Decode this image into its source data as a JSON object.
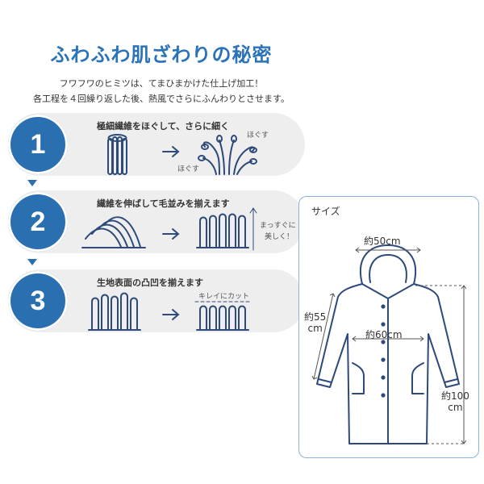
{
  "heading": "ふわふわ肌ざわりの秘密",
  "intro": [
    "フワフワのヒミツは、てまひまかけた仕上げ加工！",
    "各工程を４回繰り返した後、熱風でさらにふんわりとさせます。"
  ],
  "steps": [
    {
      "number": "1",
      "label": "極細繊維をほぐして、さらに細く",
      "notes": [
        "ほぐす",
        "ほぐす"
      ]
    },
    {
      "number": "2",
      "label": "繊維を伸ばして毛並みを揃えます",
      "notes": [
        "まっすぐに",
        "美しく！"
      ]
    },
    {
      "number": "3",
      "label": "生地表面の凸凹を揃えます",
      "notes": [
        "キレイにカット"
      ]
    }
  ],
  "size": {
    "title": "サイズ",
    "width": "約50cm",
    "sleeve_top": "約55",
    "sleeve_unit": "cm",
    "chest": "約60cm",
    "length_top": "約100",
    "length_unit": "cm"
  },
  "colors": {
    "accent": "#2a6fb0",
    "title": "#2a73b8",
    "pill": "#eeeeee",
    "line": "#2d4a7a"
  }
}
